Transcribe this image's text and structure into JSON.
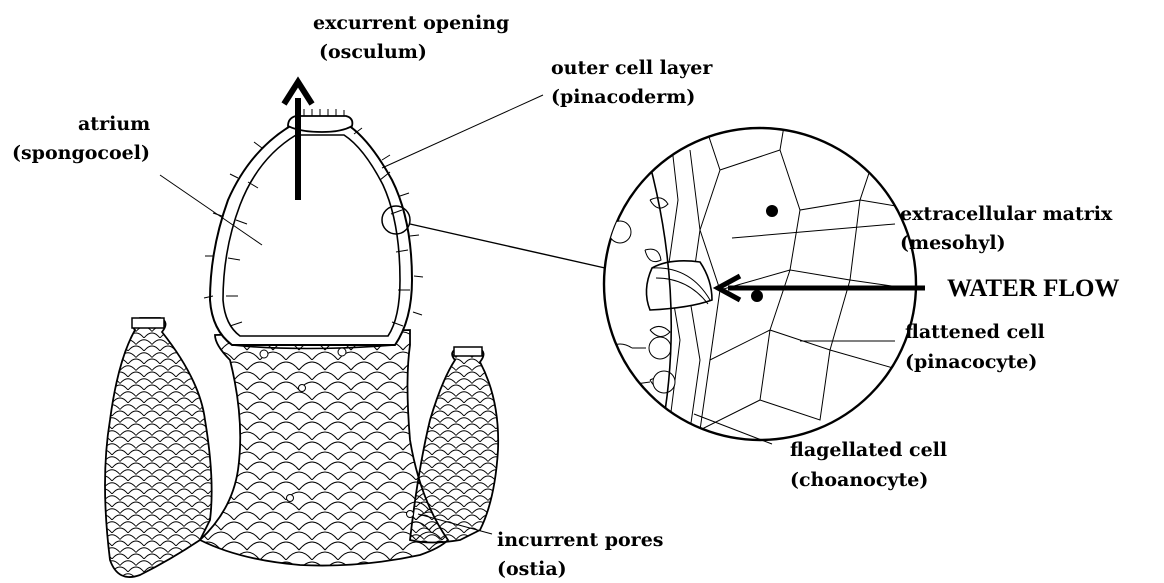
{
  "labels": {
    "excurrent_opening": "excurrent opening",
    "osculum": "(osculum)",
    "outer_cell_layer": "outer cell layer",
    "pinacoderm": "(pinacoderm)",
    "atrium": "atrium",
    "spongocoel": "(spongocoel)",
    "extracellular_matrix": "extracellular matrix",
    "mesohyl": "(mesohyl)",
    "water_flow": "WATER FLOW",
    "flattened_cell": "flattened cell",
    "pinacocyte": "(pinacocyte)",
    "flagellated_cell": "flagellated cell",
    "choanocyte": "(choanocyte)",
    "incurrent_pores": "incurrent pores",
    "ostia": "(ostia)"
  },
  "colors": {
    "ink": "#000000",
    "background": "#ffffff"
  }
}
